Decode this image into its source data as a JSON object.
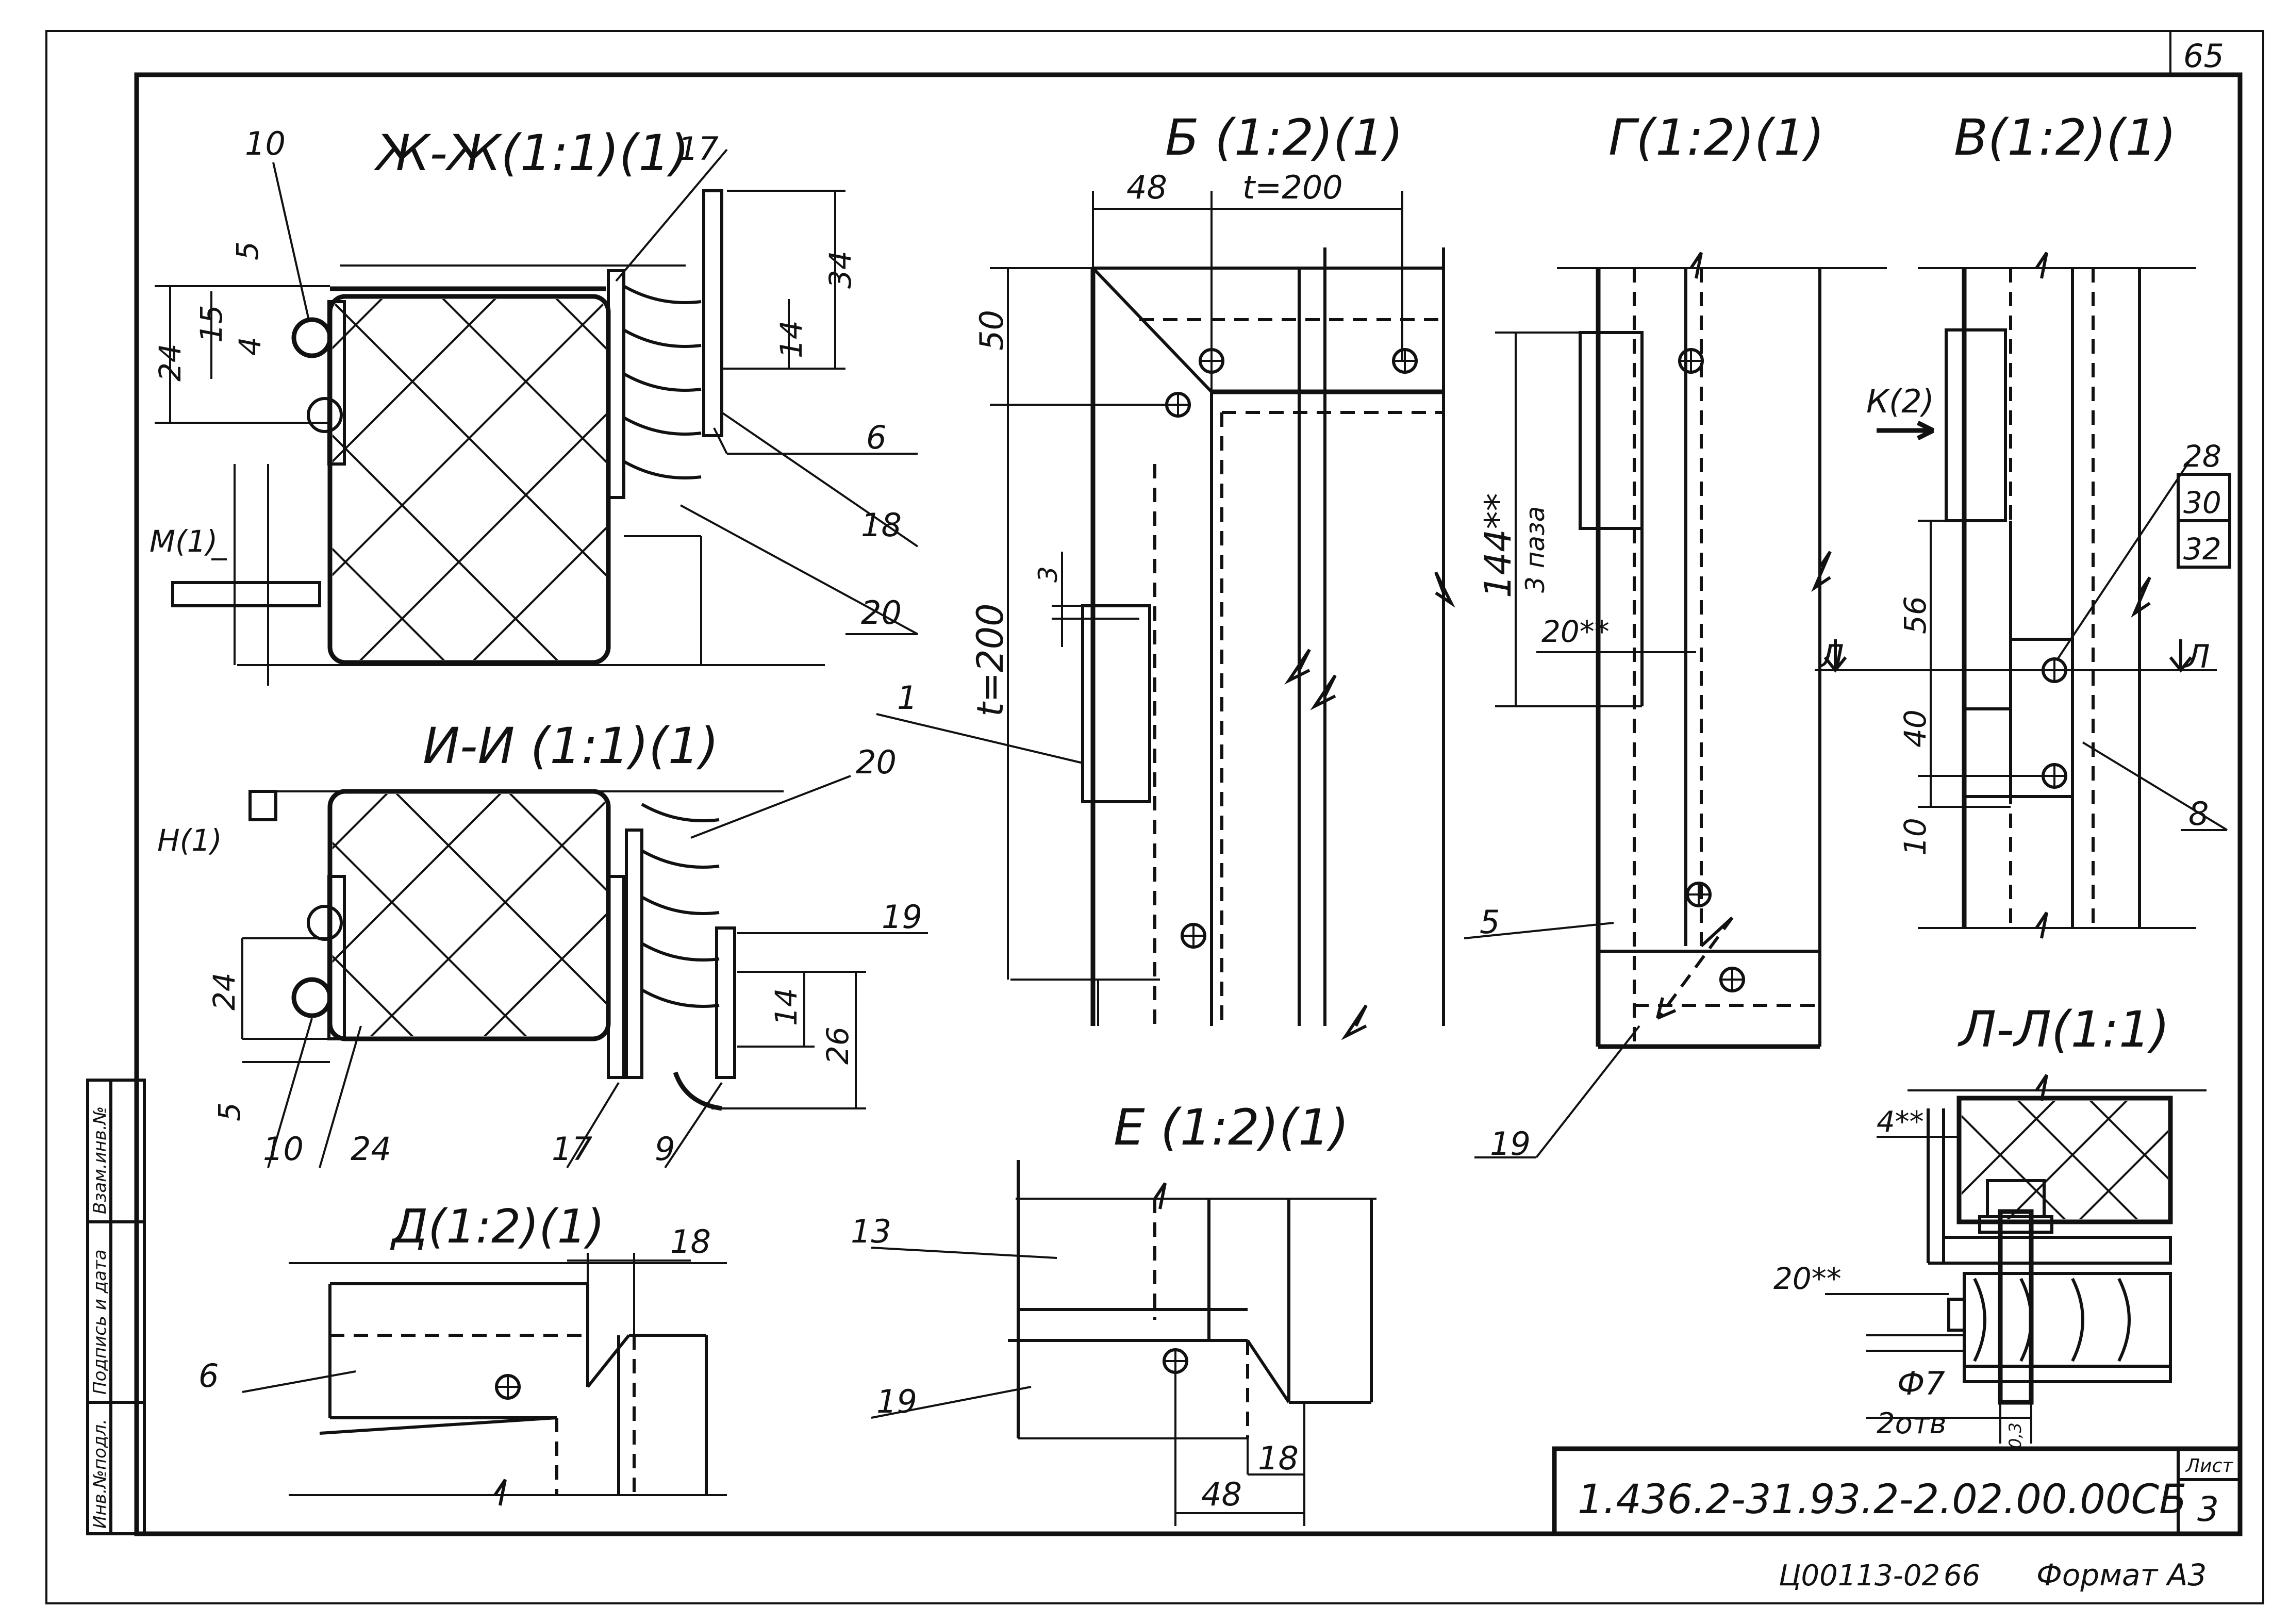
{
  "sheet": {
    "page_number": "65",
    "sheet_label": "Лист",
    "sheet_number": "3",
    "doc_code": "1.436.2-31.93.2-2.02.00.00СБ",
    "archive_code": "Ц00113-02",
    "archive_page": "66",
    "format": "Формат А3"
  },
  "sidebar": {
    "stamp_1": "Взам.инв.№",
    "stamp_2": "Подпись и дата",
    "stamp_3": "Инв.№подл."
  },
  "views": {
    "zh": {
      "title": "Ж-Ж(1:1)(1)",
      "label_m": "М(1)",
      "dims": [
        "24",
        "15",
        "4",
        "5",
        "34",
        "14"
      ],
      "callouts": [
        "10",
        "17",
        "6",
        "18",
        "20"
      ]
    },
    "i": {
      "title": "И-И (1:1)(1)",
      "label_n": "Н(1)",
      "dims": [
        "24",
        "5",
        "14",
        "26"
      ],
      "callouts": [
        "20",
        "19",
        "10",
        "24",
        "17",
        "9"
      ]
    },
    "b": {
      "title": "Б (1:2)(1)",
      "dims": [
        "48",
        "t=200",
        "50",
        "t=200",
        "3"
      ],
      "callouts": [
        "1"
      ]
    },
    "g": {
      "title": "Г(1:2)(1)",
      "dims": [
        "144**",
        "20**"
      ],
      "note": "3 паза",
      "callouts": [
        "5",
        "19"
      ]
    },
    "v": {
      "title": "В(1:2)(1)",
      "label_k": "К(2)",
      "dims": [
        "56",
        "40",
        "10"
      ],
      "section_mark": "Л",
      "callouts": [
        "28",
        "30",
        "32",
        "8"
      ]
    },
    "l": {
      "title": "Л-Л(1:1)",
      "dims": [
        "4**",
        "20**",
        "Ф7",
        "0,3"
      ],
      "holes": "2отв"
    },
    "e": {
      "title": "Е (1:2)(1)",
      "dims": [
        "48",
        "18"
      ],
      "callouts": [
        "13",
        "19"
      ]
    },
    "d": {
      "title": "Д(1:2)(1)",
      "dims": [
        "18"
      ],
      "callouts": [
        "6"
      ]
    }
  }
}
